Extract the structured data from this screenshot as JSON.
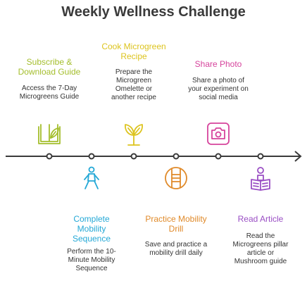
{
  "title": "Weekly Wellness Challenge",
  "steps": [
    {
      "heading": "Subscribe &\nDownload Guide",
      "description": "Access the 7-Day\nMicrogreens Guide",
      "color": "#a4be2c",
      "icon": "book-leaf-icon"
    },
    {
      "heading": "Complete\nMobility\nSequence",
      "description": "Perform the 10-\nMinute Mobility\nSequence",
      "color": "#24a8d6",
      "icon": "person-stretching-icon"
    },
    {
      "heading": "Cook Microgreen\nRecipe",
      "description": "Prepare the\nMicrogreen\nOmelette or\nanother recipe",
      "color": "#ddc41f",
      "icon": "sprout-icon"
    },
    {
      "heading": "Practice Mobility\nDrill",
      "description": "Save and practice a\nmobility drill daily",
      "color": "#e08a2a",
      "icon": "joint-icon"
    },
    {
      "heading": "Share Photo",
      "description": "Share a photo of\nyour experiment on\nsocial media",
      "color": "#d6449c",
      "icon": "camera-icon"
    },
    {
      "heading": "Read Article",
      "description": "Read the\nMicrogreens pillar\narticle or\nMushroom guide",
      "color": "#9a4ec4",
      "icon": "reading-icon"
    }
  ]
}
